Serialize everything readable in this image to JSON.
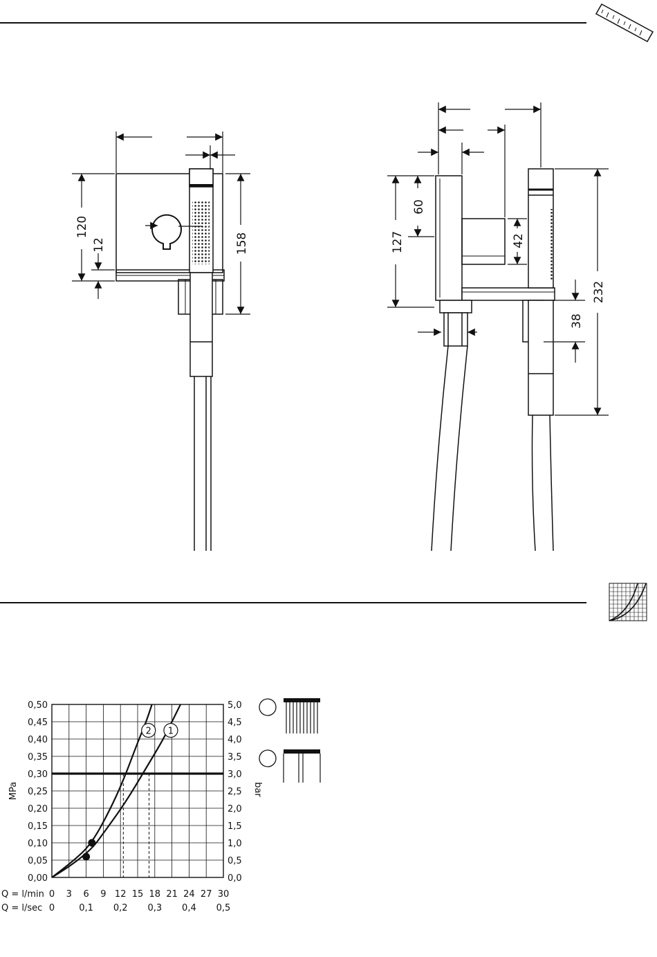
{
  "colors": {
    "ink": "#111111",
    "paper": "#ffffff"
  },
  "icons": {
    "dimensions": "ruler-icon",
    "flow": "flow-chart-icon",
    "spray_rain": "rain-spray-icon",
    "spray_single": "single-jet-icon"
  },
  "front_view": {
    "dims": {
      "h120": "120",
      "h12": "12",
      "h158": "158"
    }
  },
  "side_view": {
    "dims": {
      "h127": "127",
      "h60": "60",
      "h42": "42",
      "h38": "38",
      "h232": "232"
    }
  },
  "chart_data": {
    "type": "line",
    "x_label_primary": "Q = l/min",
    "x_label_secondary": "Q = l/sec",
    "x_ticks_lmin": [
      "0",
      "3",
      "6",
      "9",
      "12",
      "15",
      "18",
      "21",
      "24",
      "27",
      "30"
    ],
    "x_ticks_lsec": [
      "0",
      "0,1",
      "0,2",
      "0,3",
      "0,4",
      "0,5"
    ],
    "y_label_left": "MPa",
    "y_label_right": "bar",
    "y_ticks_left": [
      "0,00",
      "0,05",
      "0,10",
      "0,15",
      "0,20",
      "0,25",
      "0,30",
      "0,35",
      "0,40",
      "0,45",
      "0,50"
    ],
    "y_ticks_right": [
      "0,0",
      "0,5",
      "1,0",
      "1,5",
      "2,0",
      "2,5",
      "3,0",
      "3,5",
      "4,0",
      "4,5",
      "5,0"
    ],
    "xlim": [
      0,
      30
    ],
    "ylim": [
      0,
      0.5
    ],
    "reference_line_mpa": 0.3,
    "series": [
      {
        "name": "1",
        "points": [
          [
            0,
            0
          ],
          [
            6,
            0.06
          ],
          [
            10,
            0.15
          ],
          [
            13,
            0.22
          ],
          [
            17,
            0.33
          ],
          [
            19.5,
            0.4
          ],
          [
            21,
            0.45
          ],
          [
            22.5,
            0.5
          ]
        ],
        "marker": [
          6,
          0.06
        ],
        "at_reference_lmin": 17
      },
      {
        "name": "2",
        "points": [
          [
            0,
            0
          ],
          [
            4,
            0.05
          ],
          [
            7,
            0.1
          ],
          [
            10,
            0.19
          ],
          [
            12.5,
            0.28
          ],
          [
            15,
            0.39
          ],
          [
            16.5,
            0.45
          ],
          [
            17.5,
            0.5
          ]
        ],
        "marker": [
          7,
          0.1
        ],
        "at_reference_lmin": 12.5
      }
    ]
  }
}
